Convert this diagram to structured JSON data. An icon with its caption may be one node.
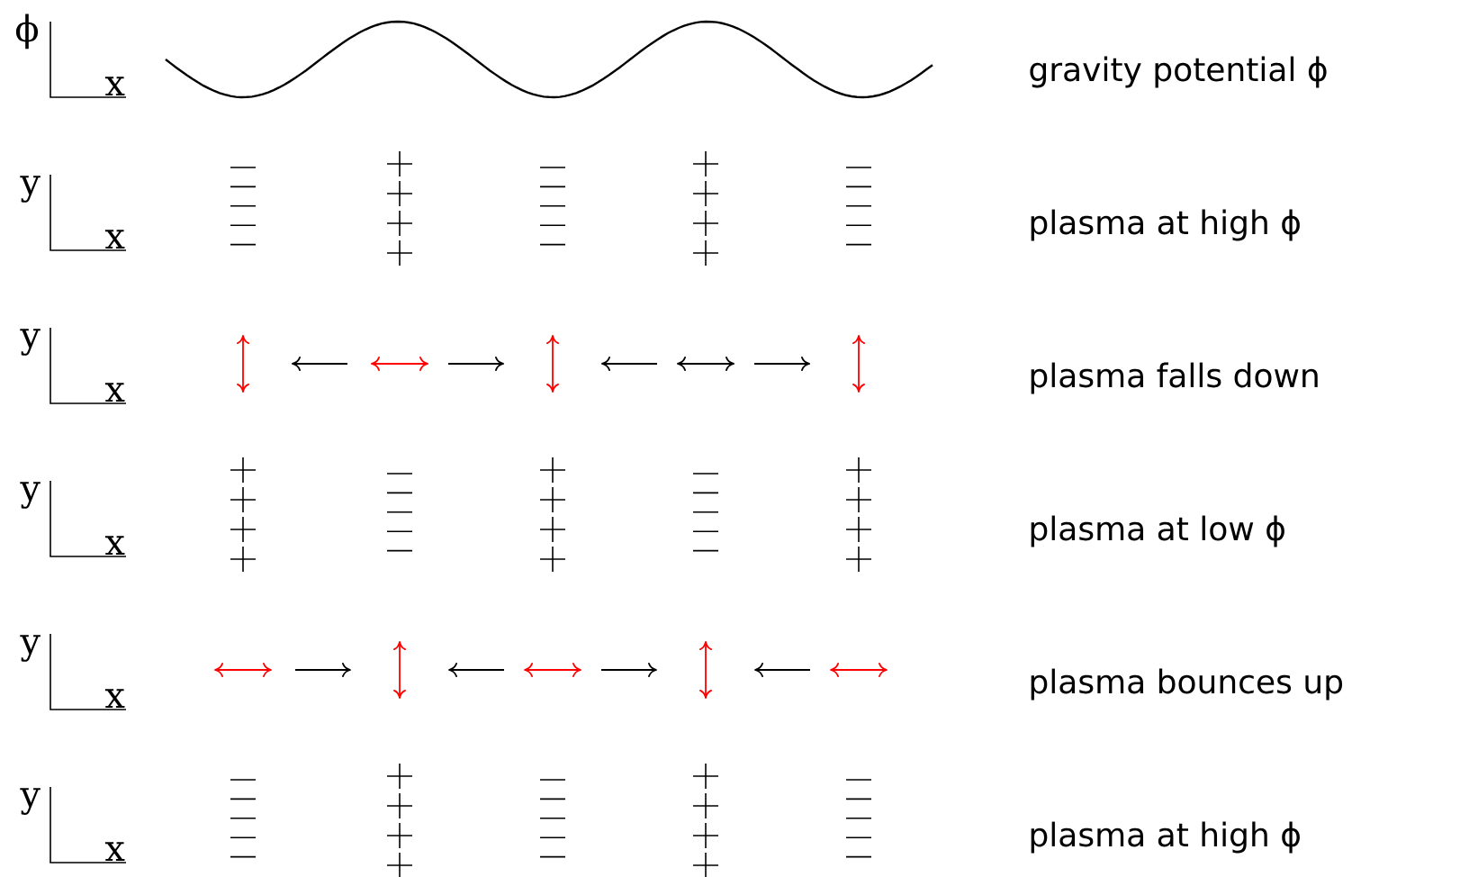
{
  "diagram": {
    "labels": [
      "ϕ",
      "x",
      "gravity potential ϕ",
      "y",
      "x",
      "plasma at high ϕ",
      "y",
      "x",
      "plasma falls down",
      "y",
      "x",
      "plasma at low ϕ",
      "y",
      "x",
      "plasma bounces up",
      "y",
      "x",
      "plasma at high ϕ"
    ]
  }
}
